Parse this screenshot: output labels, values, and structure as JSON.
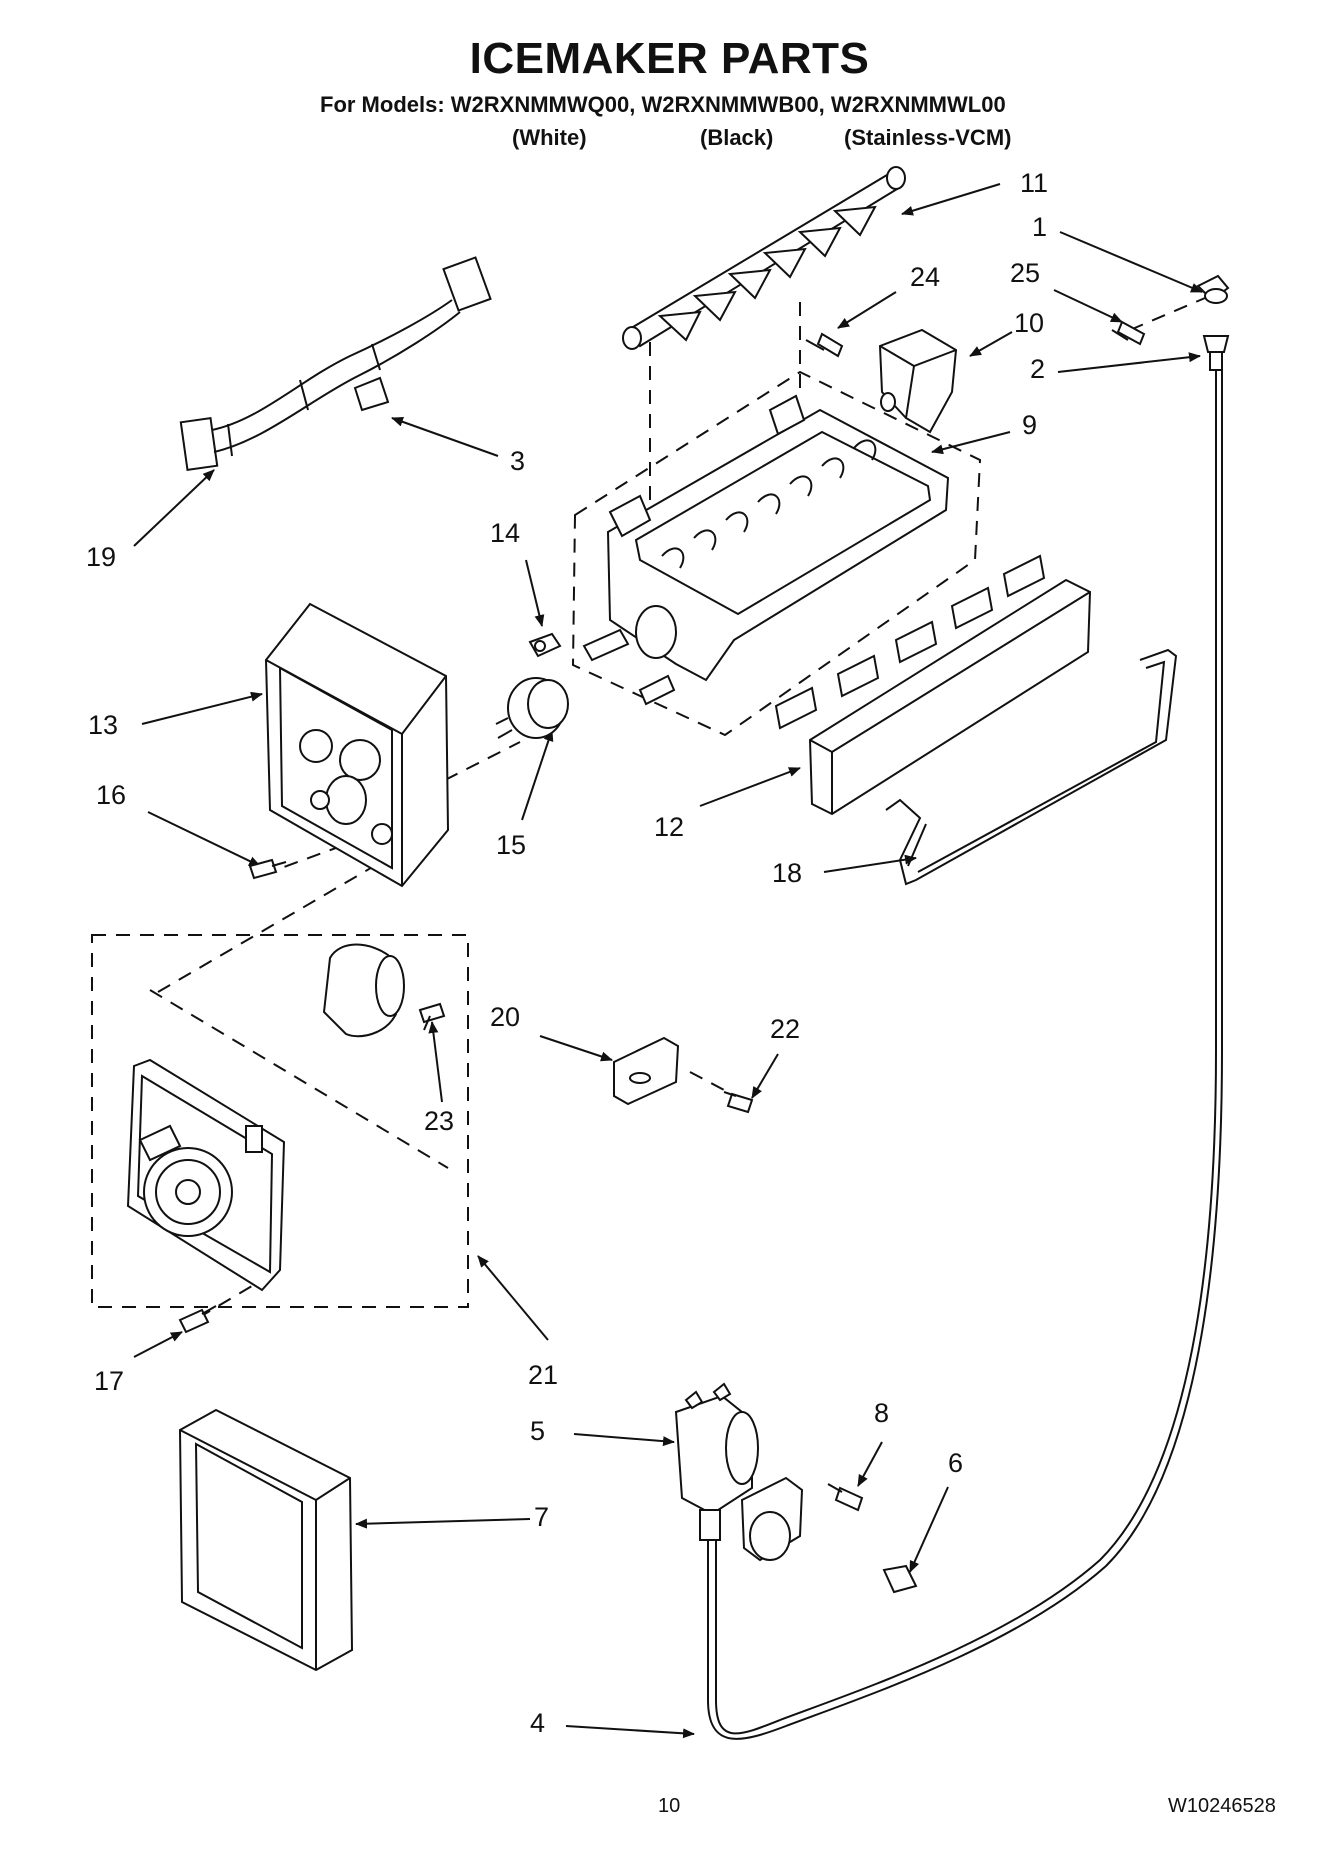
{
  "header": {
    "title": "ICEMAKER PARTS",
    "models_line": "For Models: W2RXNMMWQ00, W2RXNMMWB00, W2RXNMMWL00",
    "variants": [
      "(White)",
      "(Black)",
      "(Stainless-VCM)"
    ]
  },
  "callouts": {
    "c1": "1",
    "c2": "2",
    "c3": "3",
    "c4": "4",
    "c5": "5",
    "c6": "6",
    "c7": "7",
    "c8": "8",
    "c9": "9",
    "c10": "10",
    "c11": "11",
    "c12": "12",
    "c13": "13",
    "c14": "14",
    "c15": "15",
    "c16": "16",
    "c17": "17",
    "c18": "18",
    "c19": "19",
    "c20": "20",
    "c21": "21",
    "c22": "22",
    "c23": "23",
    "c24": "24",
    "c25": "25"
  },
  "footer": {
    "page_number": "10",
    "doc_number": "W10246528"
  }
}
